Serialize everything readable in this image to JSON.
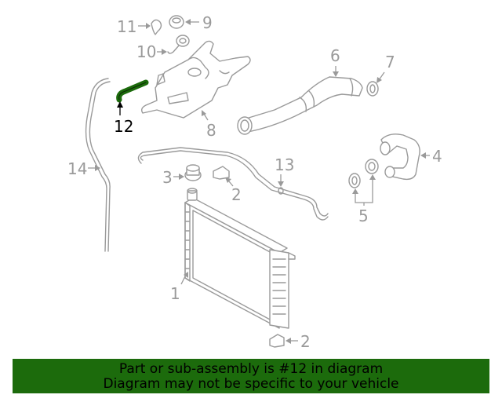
{
  "callouts": {
    "c1": "1",
    "c2a": "2",
    "c2b": "2",
    "c3": "3",
    "c4": "4",
    "c5": "5",
    "c6": "6",
    "c7": "7",
    "c8": "8",
    "c9": "9",
    "c10": "10",
    "c11": "11",
    "c12": "12",
    "c13": "13",
    "c14": "14"
  },
  "highlight": {
    "part": "12",
    "color": "#1c6b0c"
  },
  "banner": {
    "line1": "Part or sub-assembly is #12 in diagram",
    "line2": "Diagram may not be specific to your vehicle",
    "background": "#1c6b0c"
  }
}
